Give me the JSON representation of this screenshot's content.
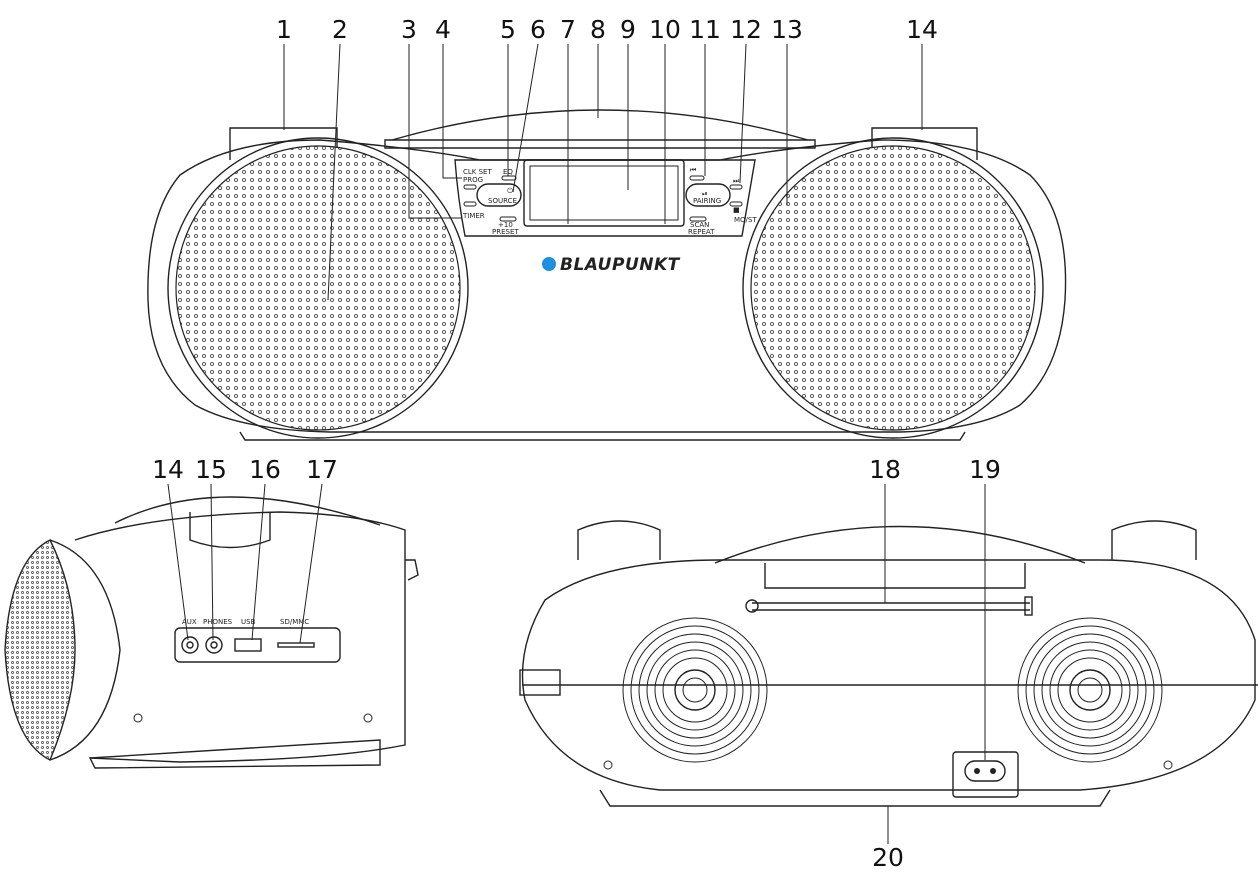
{
  "brand": {
    "name": "BLAUPUNKT",
    "dot_color": "#1e90e0"
  },
  "front_view": {
    "callouts": [
      "1",
      "2",
      "3",
      "4",
      "5",
      "6",
      "7",
      "8",
      "9",
      "10",
      "11",
      "12",
      "13",
      "14"
    ],
    "button_labels": {
      "clk_set": "CLK SET",
      "prog": "PROG",
      "eq": "EQ",
      "source": "SOURCE",
      "timer": "TIMER",
      "plus10": "+10",
      "preset": "PRESET",
      "pairing": "PAIRING",
      "scan": "SCAN",
      "repeat": "REPEAT",
      "mo_st": "MO/ST"
    }
  },
  "side_view": {
    "callouts": [
      "14",
      "15",
      "16",
      "17"
    ],
    "port_labels": {
      "aux": "AUX",
      "phones": "PHONES",
      "usb": "USB",
      "sd": "SD/MMC"
    }
  },
  "rear_view": {
    "callouts": [
      "18",
      "19",
      "20"
    ]
  }
}
